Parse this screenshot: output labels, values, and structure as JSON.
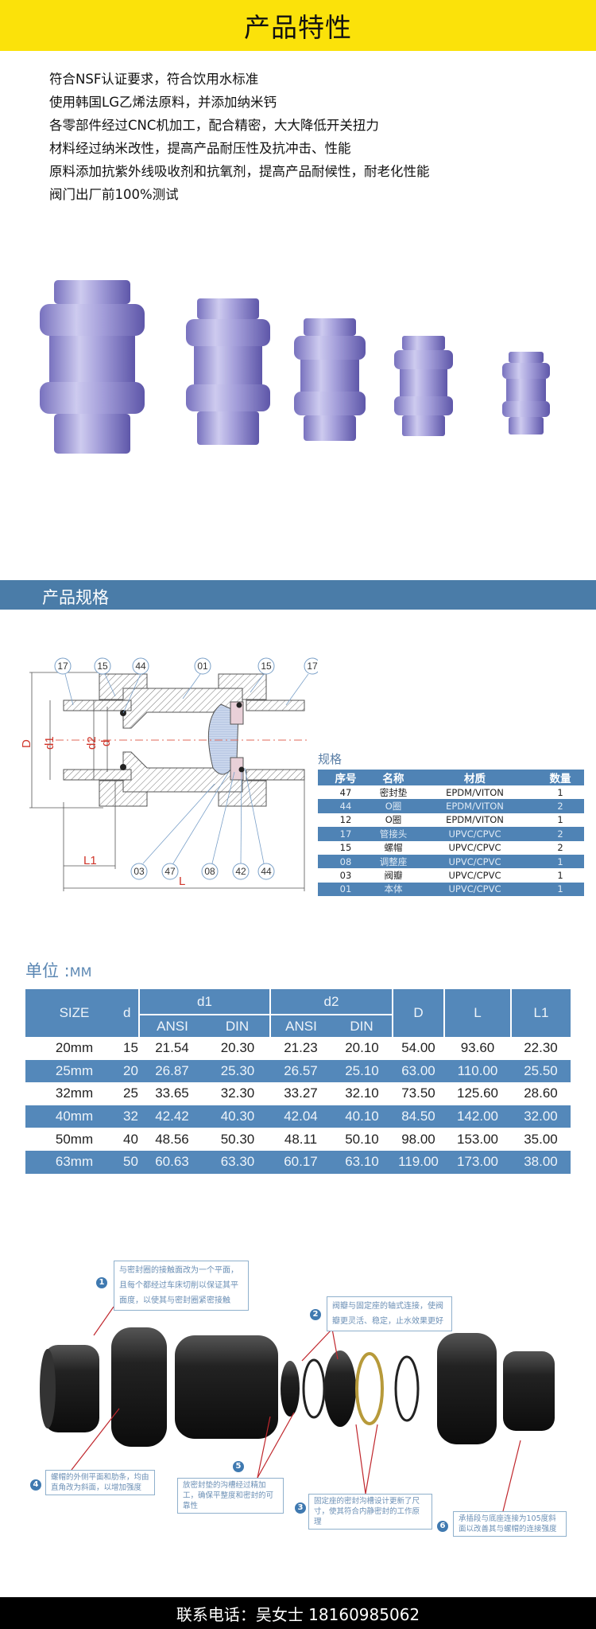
{
  "header": {
    "title": "产品特性"
  },
  "features": [
    "符合NSF认证要求，符合饮用水标准",
    "使用韩国LG乙烯法原料，并添加纳米钙",
    "各零部件经过CNC机加工，配合精密，大大降低开关扭力",
    "材料经过纳米改性，提高产品耐压性及抗冲击、性能",
    "原料添加抗紫外线吸收剂和抗氧剂，提高产品耐候性，耐老化性能",
    "阀门出厂前100%测试"
  ],
  "spec_banner": {
    "title": "产品规格"
  },
  "diagram": {
    "top_labels": [
      "17",
      "15",
      "44",
      "01",
      "15",
      "17"
    ],
    "bottom_labels": [
      "03",
      "47",
      "08",
      "42",
      "44"
    ],
    "dim_labels": {
      "D": "D",
      "d1": "d1",
      "d2": "d2",
      "d": "d",
      "L1": "L1",
      "L": "L"
    }
  },
  "parts_table": {
    "title": "规格",
    "headers": [
      "序号",
      "名称",
      "材质",
      "数量"
    ],
    "rows": [
      [
        "47",
        "密封垫",
        "EPDM/VITON",
        "1"
      ],
      [
        "44",
        "O圈",
        "EPDM/VITON",
        "2"
      ],
      [
        "12",
        "O圈",
        "EPDM/VITON",
        "1"
      ],
      [
        "17",
        "管接头",
        "UPVC/CPVC",
        "2"
      ],
      [
        "15",
        "螺帽",
        "UPVC/CPVC",
        "2"
      ],
      [
        "08",
        "调整座",
        "UPVC/CPVC",
        "1"
      ],
      [
        "03",
        "阀瓣",
        "UPVC/CPVC",
        "1"
      ],
      [
        "01",
        "本体",
        "UPVC/CPVC",
        "1"
      ]
    ]
  },
  "unit": {
    "label": "单位 :",
    "value": "MM"
  },
  "dim_table": {
    "headers": {
      "size": "SIZE",
      "d": "d",
      "d1": "d1",
      "d2": "d2",
      "ansi": "ANSI",
      "din": "DIN",
      "D": "D",
      "L": "L",
      "L1": "L1"
    },
    "rows": [
      [
        "20mm",
        "15",
        "21.54",
        "20.30",
        "21.23",
        "20.10",
        "54.00",
        "93.60",
        "22.30"
      ],
      [
        "25mm",
        "20",
        "26.87",
        "25.30",
        "26.57",
        "25.10",
        "63.00",
        "110.00",
        "25.50"
      ],
      [
        "32mm",
        "25",
        "33.65",
        "32.30",
        "33.27",
        "32.10",
        "73.50",
        "125.60",
        "28.60"
      ],
      [
        "40mm",
        "32",
        "42.42",
        "40.30",
        "42.04",
        "40.10",
        "84.50",
        "142.00",
        "32.00"
      ],
      [
        "50mm",
        "40",
        "48.56",
        "50.30",
        "48.11",
        "50.10",
        "98.00",
        "153.00",
        "35.00"
      ],
      [
        "63mm",
        "50",
        "60.63",
        "63.30",
        "60.17",
        "63.10",
        "119.00",
        "173.00",
        "38.00"
      ]
    ]
  },
  "callouts": [
    {
      "num": "1",
      "text": "与密封圈的接触面改为一个平面，且每个都经过车床切削以保证其平面度，以使其与密封圈紧密接触"
    },
    {
      "num": "2",
      "text": "阀瓣与固定座的轴式连接，使阀瓣更灵活、稳定，止水效果更好"
    },
    {
      "num": "3",
      "text": "固定座的密封沟槽设计更新了尺寸，使其符合内静密封的工作原理"
    },
    {
      "num": "4",
      "text": "螺帽的外侧平面和肋条，均由直角改为斜面，以增加强度"
    },
    {
      "num": "5",
      "text": "放密封垫的沟槽经过精加工，确保平整度和密封的可靠性"
    },
    {
      "num": "6",
      "text": "承插段与底座连接为105度斜面以改善其与螺帽的连接强度"
    }
  ],
  "footer": {
    "contact": "联系电话：吴女士 18160985062"
  },
  "colors": {
    "yellow": "#fbe20a",
    "blue": "#4f83b5",
    "footer": "#000000"
  }
}
